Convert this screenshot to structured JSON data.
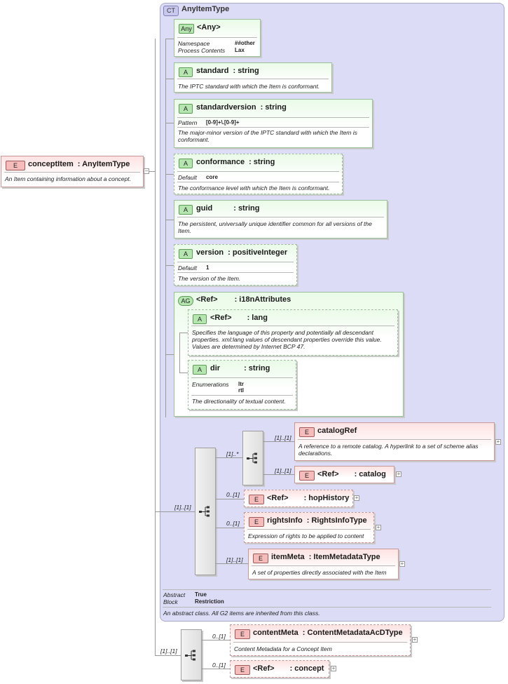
{
  "complex_type": {
    "badge": "CT",
    "name": "AnyItemType",
    "footer": {
      "abstract_label": "Abstract",
      "abstract_value": "True",
      "block_label": "Block",
      "block_value": "Restriction",
      "description": "An abstract class. All G2 items are inherited from this class."
    }
  },
  "root": {
    "badge": "E",
    "name": "conceptItem",
    "type": ": AnyItemType",
    "description": "An Item containing information about a concept."
  },
  "any": {
    "badge": "Any",
    "name": "<Any>",
    "props": [
      {
        "label": "Namespace",
        "value": "##other"
      },
      {
        "label": "Process Contents",
        "value": "Lax"
      }
    ]
  },
  "attributes": [
    {
      "badge": "A",
      "name": "standard",
      "type": ": string",
      "description": "The IPTC standard with which the Item is conformant."
    },
    {
      "badge": "A",
      "name": "standardversion",
      "type": ": string",
      "prop_label": "Pattern",
      "prop_value": "[0-9]+\\.[0-9]+",
      "description": "The major-minor version of the IPTC standard with which the Item is conformant."
    },
    {
      "badge": "A",
      "name": "conformance",
      "type": ": string",
      "prop_label": "Default",
      "prop_value": "core",
      "description": "The conformance level with which the Item is conformant."
    },
    {
      "badge": "A",
      "name": "guid",
      "type": ": string",
      "description": "The persistent, universally unique identifier common for all versions of the Item."
    },
    {
      "badge": "A",
      "name": "version",
      "type": ": positiveInteger",
      "prop_label": "Default",
      "prop_value": "1",
      "description": "The version of the Item."
    }
  ],
  "attr_group": {
    "badge": "AG",
    "name": "<Ref>",
    "type": ": i18nAttributes",
    "lang": {
      "badge": "A",
      "name": "<Ref>",
      "type": ": lang",
      "description": "Specifies the language of this property and potentially all descendant properties. xml:lang values of descendant properties override this value. Values are determined by Internet BCP 47."
    },
    "dir": {
      "badge": "A",
      "name": "dir",
      "type": ": string",
      "prop_label": "Enumerations",
      "prop_values": [
        "ltr",
        "rtl"
      ],
      "description": "The directionality of textual content."
    }
  },
  "sequence": {
    "card": "[1]..[1]",
    "choice_card": "[1]..*",
    "elements": [
      {
        "badge": "E",
        "name": "catalogRef",
        "type": "",
        "card": "[1]..[1]",
        "description": "A reference to a remote catalog. A hyperlink to a set of scheme alias declarations."
      },
      {
        "badge": "E",
        "name": "<Ref>",
        "type": ": catalog",
        "card": "[1]..[1]",
        "description": ""
      },
      {
        "badge": "E",
        "name": "<Ref>",
        "type": ": hopHistory",
        "card": "0..[1]",
        "description": ""
      },
      {
        "badge": "E",
        "name": "rightsInfo",
        "type": ": RightsInfoType",
        "card": "0..[1]",
        "description": "Expression of rights to be applied to content"
      },
      {
        "badge": "E",
        "name": "itemMeta",
        "type": ": ItemMetadataType",
        "card": "[1]..[1]",
        "description": "A set of properties directly associated with the Item"
      }
    ]
  },
  "outer_sequence": {
    "card": "[1]..[1]",
    "elements": [
      {
        "badge": "E",
        "name": "contentMeta",
        "type": ": ContentMetadataAcDType",
        "card": "0..[1]",
        "description": "Content Metadata for a Concept Item"
      },
      {
        "badge": "E",
        "name": "<Ref>",
        "type": ": concept",
        "card": "0..[1]",
        "description": ""
      }
    ]
  }
}
